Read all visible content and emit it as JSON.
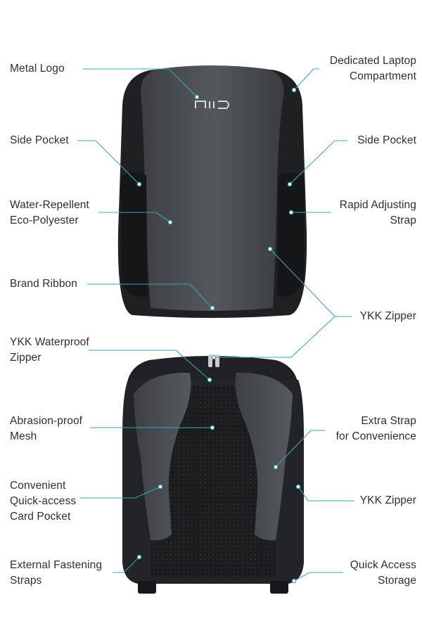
{
  "brand": {
    "logo_text": "niid"
  },
  "colors": {
    "leader_line": "#3aa6b9",
    "bag_shell": "#4a4c50",
    "bag_dark": "#1d1e20",
    "label_text": "#2f2f2f"
  },
  "front_view": {
    "left_labels": [
      {
        "id": "metal-logo",
        "text": "Metal Logo"
      },
      {
        "id": "side-pocket-left",
        "text": "Side Pocket"
      },
      {
        "id": "water-repellent",
        "text": "Water-Repellent\nEco-Polyester"
      },
      {
        "id": "brand-ribbon",
        "text": "Brand Ribbon"
      }
    ],
    "right_labels": [
      {
        "id": "laptop-compartment",
        "text": "Dedicated Laptop\nCompartment"
      },
      {
        "id": "side-pocket-right",
        "text": "Side Pocket"
      },
      {
        "id": "rapid-strap",
        "text": "Rapid Adjusting\nStrap"
      }
    ]
  },
  "shared_label": {
    "id": "ykk-zipper-front",
    "text": "YKK Zipper"
  },
  "back_view": {
    "left_labels": [
      {
        "id": "ykk-waterproof",
        "text": "YKK Waterproof\nZipper"
      },
      {
        "id": "abrasion-mesh",
        "text": "Abrasion-proof\nMesh"
      },
      {
        "id": "card-pocket",
        "text": "Convenient\nQuick-access\nCard Pocket"
      },
      {
        "id": "fastening-straps",
        "text": "External Fastening\nStraps"
      }
    ],
    "right_labels": [
      {
        "id": "extra-strap",
        "text": "Extra Strap\nfor Convenience"
      },
      {
        "id": "ykk-zipper-back",
        "text": "YKK Zipper"
      },
      {
        "id": "quick-storage",
        "text": "Quick Access\nStorage"
      }
    ]
  }
}
